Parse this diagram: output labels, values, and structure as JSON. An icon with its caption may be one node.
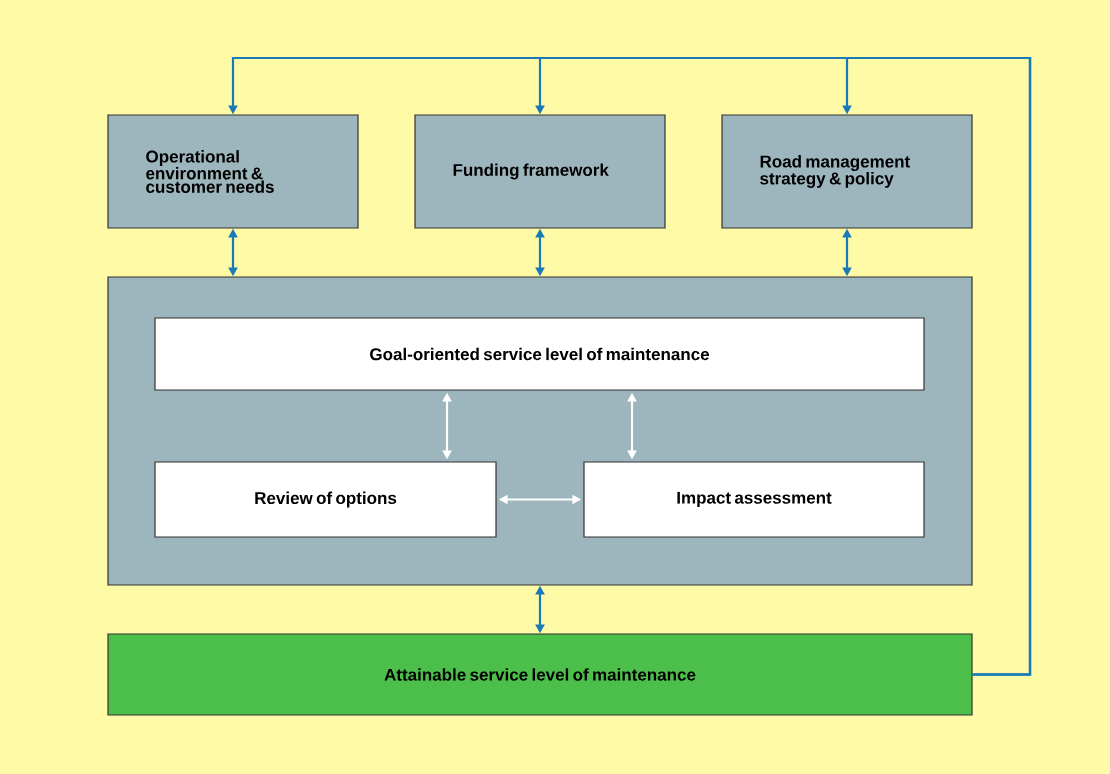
{
  "diagram": {
    "nodes": [
      {
        "text": [
          "Operational environment & customer needs"
        ]
      },
      {
        "text": [
          "Funding framework"
        ]
      },
      {
        "text": [
          "Road management strategy & policy"
        ]
      },
      {
        "text": [],
        "shape": "box"
      },
      {
        "text": [
          "Goal-oriented service level of maintenance"
        ],
        "in": 3
      },
      {
        "text": [
          "Review of options"
        ],
        "in": 3
      },
      {
        "text": [
          "Impact assessment"
        ],
        "in": 3
      },
      {
        "text": [
          "Attainable service level of maintenance"
        ]
      }
    ],
    "edges": [
      {
        "from": 7,
        "to": 0,
        "arrow": "to",
        "color": "#1a7ab8"
      },
      {
        "from": 7,
        "to": 1,
        "arrow": "to",
        "color": "#1a7ab8"
      },
      {
        "from": 7,
        "to": 2,
        "arrow": "to",
        "color": "#1a7ab8"
      },
      {
        "from": 0,
        "to": 3,
        "arrow": "both",
        "color": "#1a7ab8"
      },
      {
        "from": 1,
        "to": 3,
        "arrow": "both",
        "color": "#1a7ab8"
      },
      {
        "from": 2,
        "to": 3,
        "arrow": "both",
        "color": "#1a7ab8"
      },
      {
        "from": 4,
        "to": 5,
        "arrow": "both",
        "color": "#ffffff"
      },
      {
        "from": 4,
        "to": 6,
        "arrow": "both",
        "color": "#ffffff"
      },
      {
        "from": 5,
        "to": 6,
        "arrow": "both",
        "color": "#ffffff"
      },
      {
        "from": 3,
        "to": 7,
        "arrow": "both",
        "color": "#1a7ab8"
      }
    ]
  }
}
